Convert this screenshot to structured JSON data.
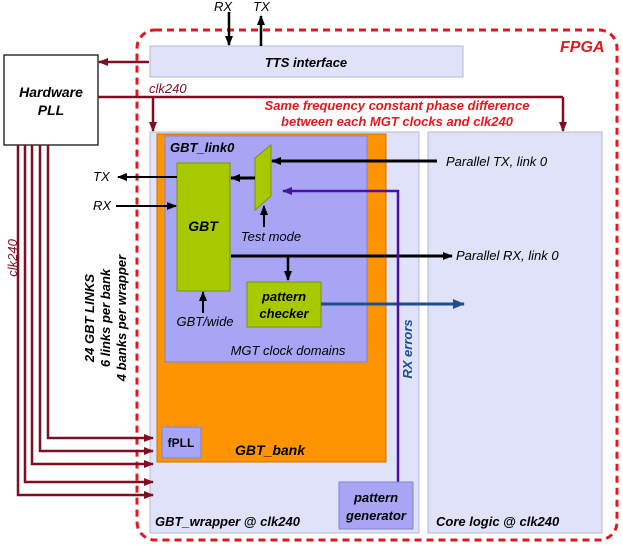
{
  "fpga_label": "FPGA",
  "tts": {
    "label": "TTS interface",
    "rx_label": "RX",
    "tx_label": "TX"
  },
  "hw_pll": {
    "line1": "Hardware",
    "line2": "PLL"
  },
  "clk240_top": "clk240",
  "clk240_side": "clk240",
  "note": {
    "line1": "Same frequency  constant phase difference",
    "line2": "between each MGT clocks and clk240"
  },
  "gbt_link": {
    "title": "GBT_link0",
    "gbt_label": "GBT",
    "test_mode": "Test mode",
    "gbt_wide": "GBT/wide",
    "checker_line1": "pattern",
    "checker_line2": "checker",
    "mgt_domains": "MGT clock domains"
  },
  "io": {
    "tx": "TX",
    "rx": "RX"
  },
  "parallel_tx": "Parallel TX, link 0",
  "parallel_rx": "Parallel RX, link 0",
  "rx_errors": "RX errors",
  "links_info": {
    "line1": "24 GBT LINKS",
    "line2": "6 links per bank",
    "line3": "4 banks per wrapper"
  },
  "fpll": "fPLL",
  "gbt_bank": "GBT_bank",
  "pattern_generator": {
    "line1": "pattern",
    "line2": "generator"
  },
  "gbt_wrapper": {
    "name": "GBT_wrapper",
    "sep": " @ ",
    "clk": "clk240"
  },
  "core_logic": {
    "name": "Core logic",
    "sep": " @ ",
    "clk": "clk240"
  },
  "colors": {
    "fpga_border": "#e0191f",
    "clock_line": "#7f0e22",
    "wrapper_fill": "#dfe2f8",
    "orange": "#fe9500",
    "mgt_fill": "#a8a6f4",
    "green": "#a8c800",
    "purple": "#4a10a8",
    "blue_arrow": "#1e4f8f"
  }
}
